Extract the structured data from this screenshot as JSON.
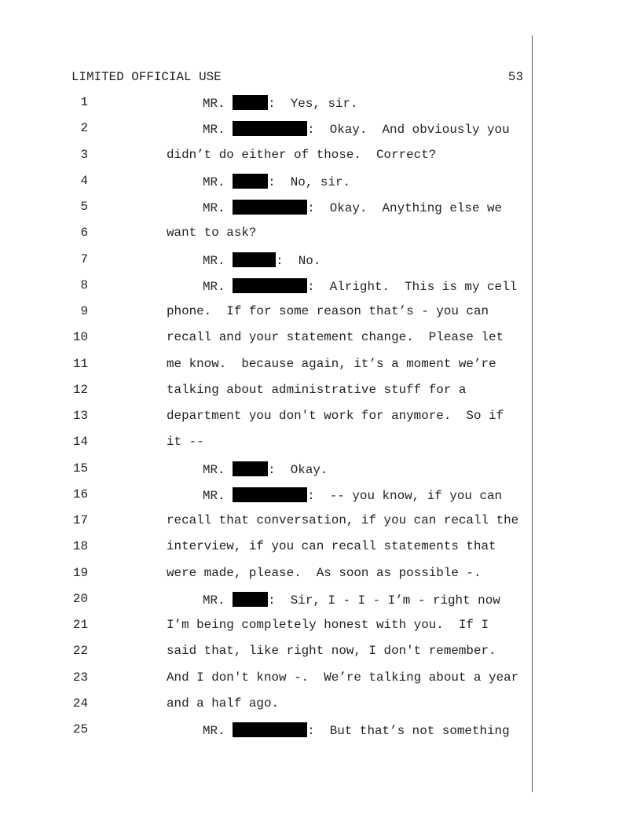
{
  "header": {
    "classification": "LIMITED OFFICIAL USE",
    "page_number": "53"
  },
  "lines": [
    {
      "num": "1",
      "indent": true,
      "prefix": "MR. ",
      "redact": "short",
      "text": ":  Yes, sir."
    },
    {
      "num": "2",
      "indent": true,
      "prefix": "MR. ",
      "redact": "long",
      "text": ":  Okay.  And obviously you"
    },
    {
      "num": "3",
      "indent": false,
      "prefix": "",
      "redact": "",
      "text": "didn’t do either of those.  Correct?"
    },
    {
      "num": "4",
      "indent": true,
      "prefix": "MR. ",
      "redact": "short",
      "text": ":  No, sir."
    },
    {
      "num": "5",
      "indent": true,
      "prefix": "MR. ",
      "redact": "long",
      "text": ":  Okay.  Anything else we"
    },
    {
      "num": "6",
      "indent": false,
      "prefix": "",
      "redact": "",
      "text": "want to ask?"
    },
    {
      "num": "7",
      "indent": true,
      "prefix": "MR. ",
      "redact": "medium",
      "text": ":  No."
    },
    {
      "num": "8",
      "indent": true,
      "prefix": "MR. ",
      "redact": "long",
      "text": ":  Alright.  This is my cell"
    },
    {
      "num": "9",
      "indent": false,
      "prefix": "",
      "redact": "",
      "text": "phone.  If for some reason that’s - you can"
    },
    {
      "num": "10",
      "indent": false,
      "prefix": "",
      "redact": "",
      "text": "recall and your statement change.  Please let"
    },
    {
      "num": "11",
      "indent": false,
      "prefix": "",
      "redact": "",
      "text": "me know.  because again, it’s a moment we’re"
    },
    {
      "num": "12",
      "indent": false,
      "prefix": "",
      "redact": "",
      "text": "talking about administrative stuff for a"
    },
    {
      "num": "13",
      "indent": false,
      "prefix": "",
      "redact": "",
      "text": "department you don't work for anymore.  So if"
    },
    {
      "num": "14",
      "indent": false,
      "prefix": "",
      "redact": "",
      "text": "it --"
    },
    {
      "num": "15",
      "indent": true,
      "prefix": "MR. ",
      "redact": "short",
      "text": ":  Okay."
    },
    {
      "num": "16",
      "indent": true,
      "prefix": "MR. ",
      "redact": "long",
      "text": ":  -- you know, if you can"
    },
    {
      "num": "17",
      "indent": false,
      "prefix": "",
      "redact": "",
      "text": "recall that conversation, if you can recall the"
    },
    {
      "num": "18",
      "indent": false,
      "prefix": "",
      "redact": "",
      "text": "interview, if you can recall statements that"
    },
    {
      "num": "19",
      "indent": false,
      "prefix": "",
      "redact": "",
      "text": "were made, please.  As soon as possible -."
    },
    {
      "num": "20",
      "indent": true,
      "prefix": "MR. ",
      "redact": "short",
      "text": ":  Sir, I - I - I’m - right now"
    },
    {
      "num": "21",
      "indent": false,
      "prefix": "",
      "redact": "",
      "text": "I’m being completely honest with you.  If I"
    },
    {
      "num": "22",
      "indent": false,
      "prefix": "",
      "redact": "",
      "text": "said that, like right now, I don't remember."
    },
    {
      "num": "23",
      "indent": false,
      "prefix": "",
      "redact": "",
      "text": "And I don't know -.  We’re talking about a year"
    },
    {
      "num": "24",
      "indent": false,
      "prefix": "",
      "redact": "",
      "text": "and a half ago."
    },
    {
      "num": "25",
      "indent": true,
      "prefix": "MR. ",
      "redact": "long",
      "text": ":  But that’s not something"
    }
  ]
}
